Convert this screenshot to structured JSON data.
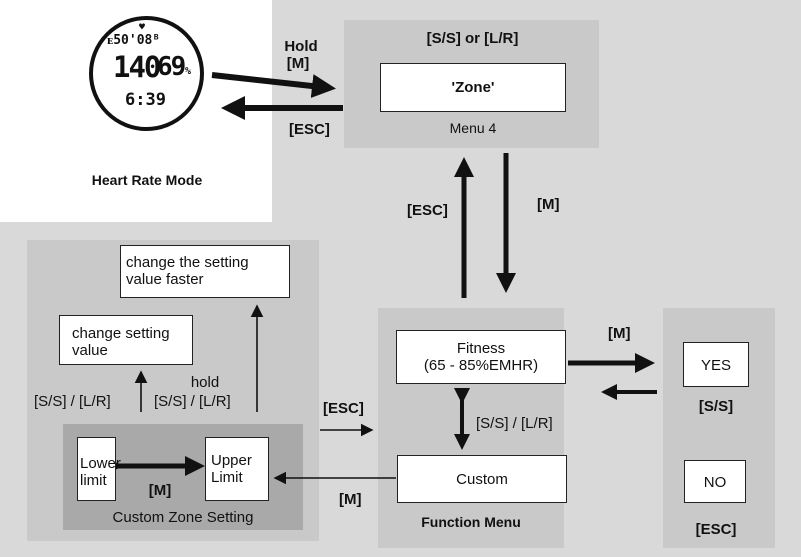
{
  "watch": {
    "top_line": "ᴇ50'08ᴮ",
    "heart_symbol": "♥",
    "main_value": "140",
    "main_value2": "69",
    "main_unit": "%",
    "bottom_line": "6:39",
    "label": "Heart Rate Mode"
  },
  "menu4": {
    "header": "[S/S] or [L/R]",
    "zone_label": "'Zone'",
    "caption": "Menu 4"
  },
  "arrows": {
    "hold_label": "Hold",
    "hold_m_label": "[M]",
    "esc_top_label": "[ESC]",
    "esc_mid_label": "[ESC]",
    "m_mid_label": "[M]",
    "esc_left_label": "[ESC]",
    "m_bottom_label": "[M]",
    "m_right_label": "[M]"
  },
  "custom_zone": {
    "faster_box": "change the setting\nvalue faster",
    "change_box": "change setting\nvalue",
    "ss_lr_left": "[S/S] / [L/R]",
    "hold_label": "hold",
    "ss_lr_hold": "[S/S] / [L/R]",
    "lower_limit": "Lower\nlimit",
    "upper_limit": "Upper\nLimit",
    "m_between": "[M]",
    "caption": "Custom Zone Setting"
  },
  "function_menu": {
    "fitness_box": "Fitness\n(65 - 85%EMHR)",
    "ss_lr_label": "[S/S] / [L/R]",
    "custom_box": "Custom",
    "caption": "Function Menu"
  },
  "confirm": {
    "yes": "YES",
    "ss_label": "[S/S]",
    "no": "NO",
    "esc_label": "[ESC]"
  }
}
